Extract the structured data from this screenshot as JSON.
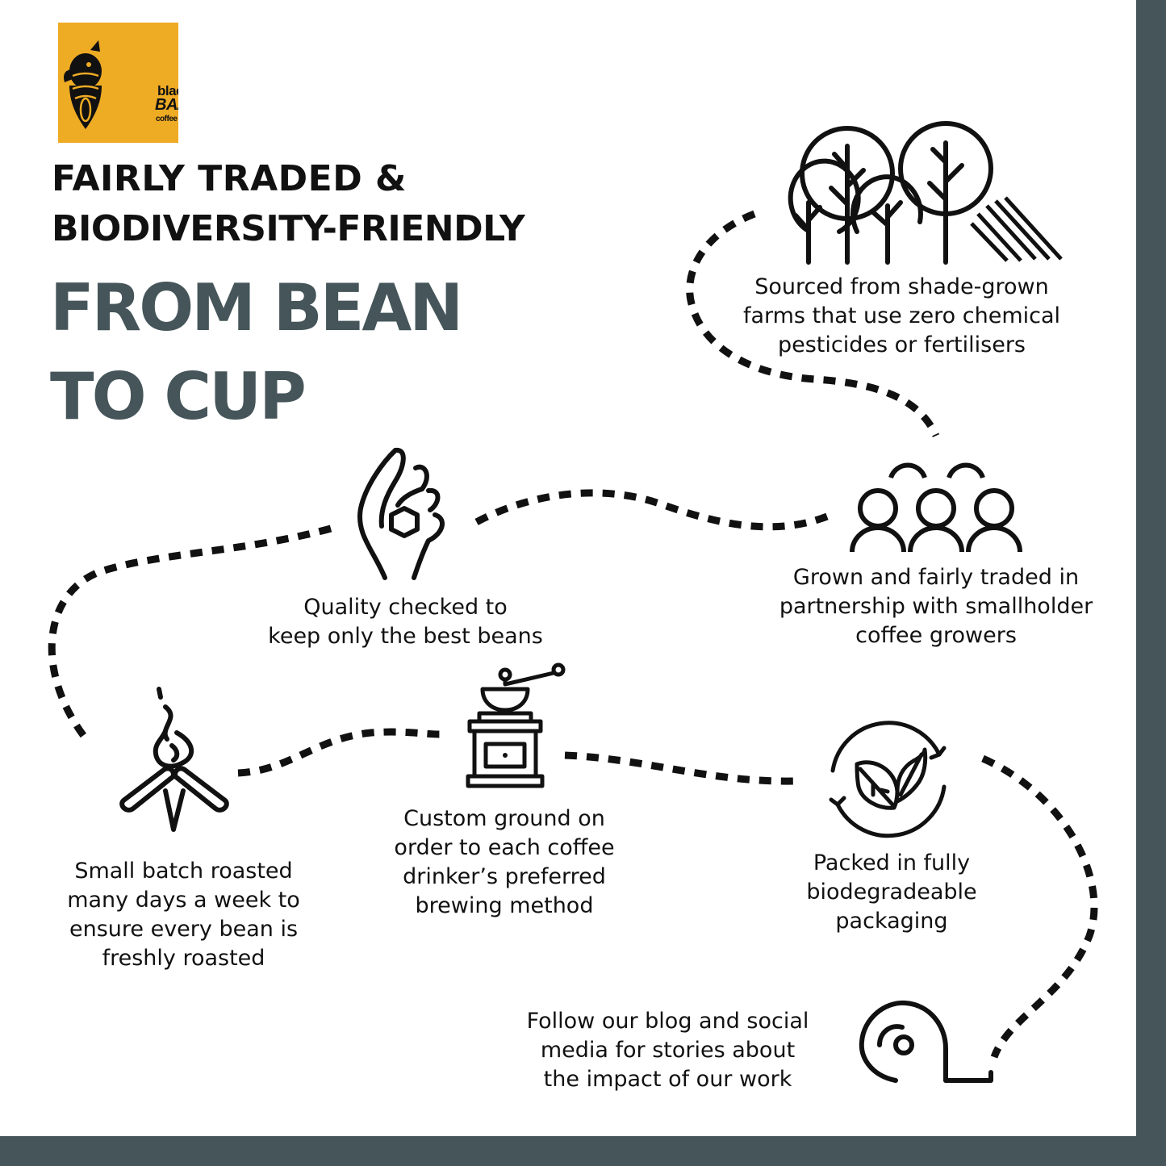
{
  "brand": {
    "logo_lines": [
      "black",
      "BAZA",
      "coffee co."
    ],
    "logo_color": "#eeab24"
  },
  "heading": {
    "line_1": "FAIRLY TRADED &",
    "line_2": "BIODIVERSITY-FRIENDLY"
  },
  "title": {
    "line_1": "FROM BEAN",
    "line_2": "TO CUP"
  },
  "colors": {
    "accent": "#455559",
    "ink": "#111111",
    "background": "#ffffff"
  },
  "steps": [
    {
      "icon": "shade-trees-icon",
      "lines": [
        "Sourced from shade-grown",
        "farms that use zero chemical",
        "pesticides or fertilisers"
      ]
    },
    {
      "icon": "community-icon",
      "lines": [
        "Grown and fairly traded in",
        "partnership with smallholder",
        "coffee growers"
      ]
    },
    {
      "icon": "ok-hand-icon",
      "lines": [
        "Quality checked to",
        "keep only the best beans"
      ]
    },
    {
      "icon": "campfire-icon",
      "lines": [
        "Small batch roasted",
        "many days a week to",
        "ensure every bean is",
        "freshly roasted"
      ]
    },
    {
      "icon": "coffee-grinder-icon",
      "lines": [
        "Custom ground on",
        "order to each coffee",
        "drinker’s preferred",
        "brewing method"
      ]
    },
    {
      "icon": "compost-leaf-icon",
      "lines": [
        "Packed in fully",
        "biodegradeable",
        "packaging"
      ]
    },
    {
      "icon": "snail-icon",
      "lines": [
        "Follow our blog and social",
        "media for stories about",
        "the impact of our work"
      ]
    }
  ]
}
